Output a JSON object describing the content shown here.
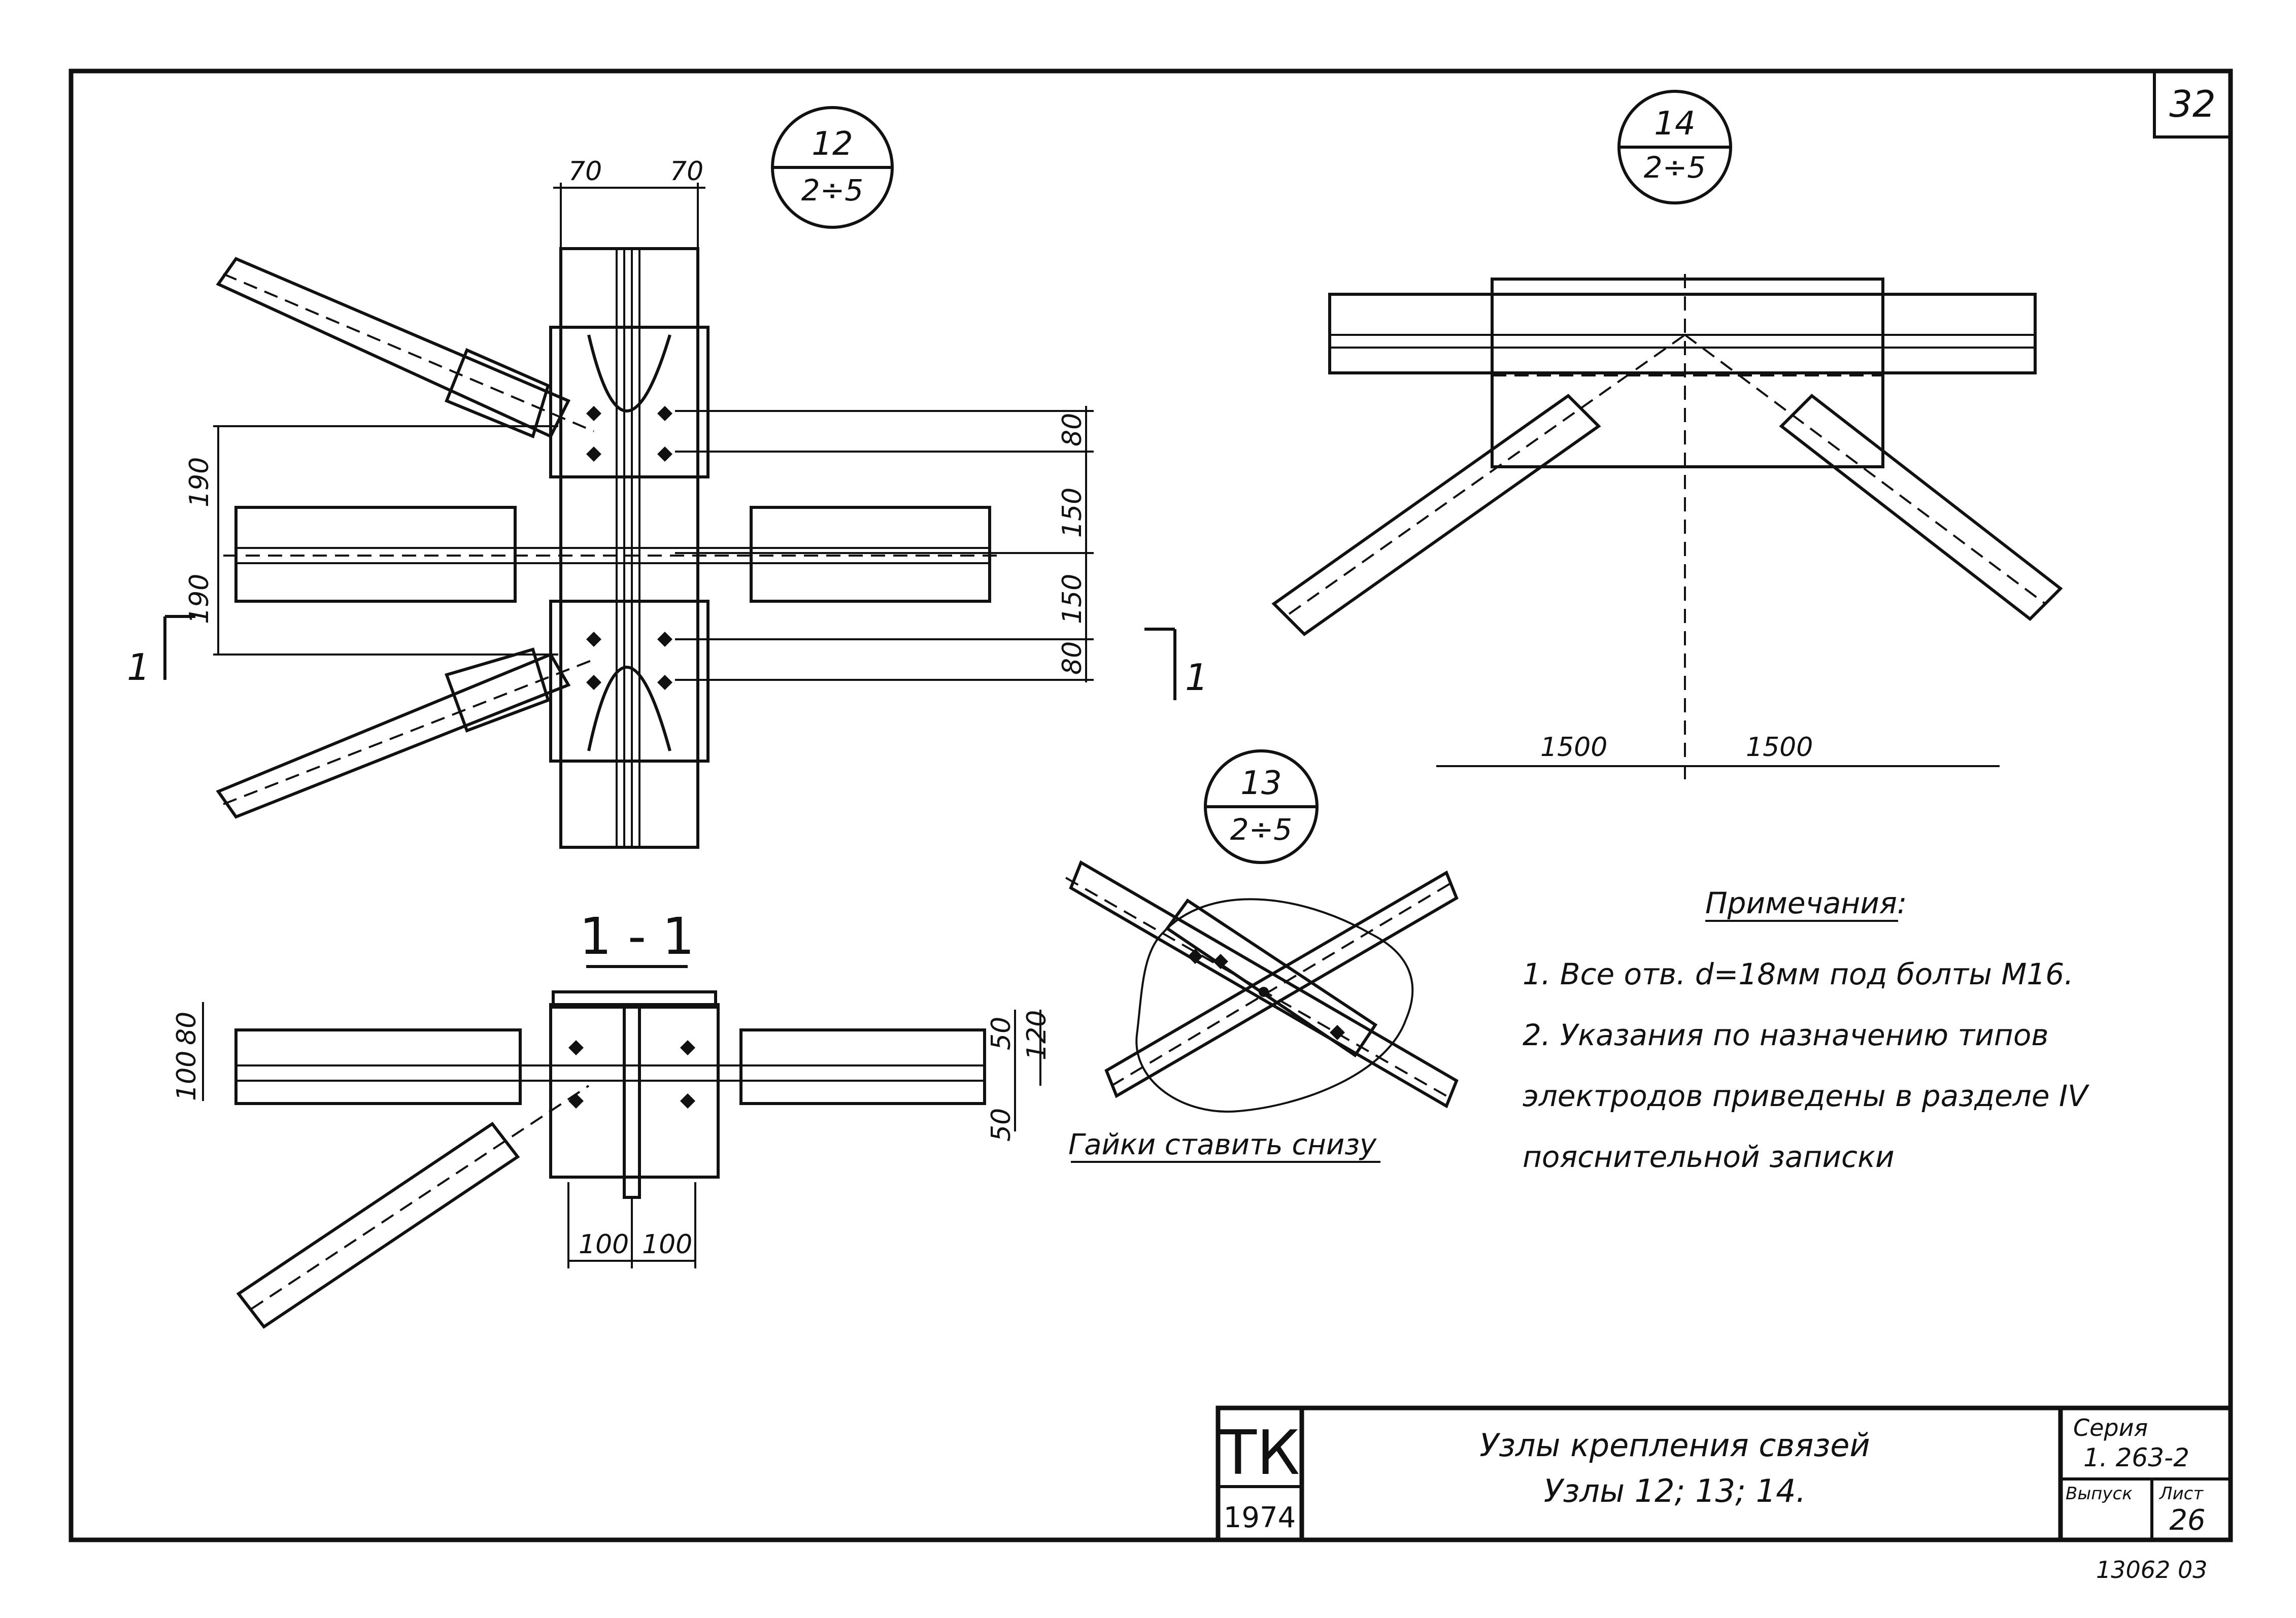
{
  "sheet": {
    "number": "32",
    "bottom_code": "13062   03"
  },
  "nodes": {
    "node12": {
      "top": "12",
      "bottom": "2÷5"
    },
    "node13": {
      "top": "13",
      "bottom": "2÷5"
    },
    "node14": {
      "top": "14",
      "bottom": "2÷5"
    }
  },
  "dimensions": {
    "node12_top_left": "70",
    "node12_top_right": "70",
    "node12_left_upper": "190",
    "node12_left_lower": "190",
    "node12_right_a": "80",
    "node12_right_b": "150",
    "node12_right_c": "150",
    "node12_right_d": "80",
    "node14_left": "1500",
    "node14_right": "1500",
    "sec_left_a": "80",
    "sec_left_b": "100",
    "sec_right_a": "50",
    "sec_right_b": "120",
    "sec_right_c": "50",
    "sec_bottom_left": "100",
    "sec_bottom_right": "100"
  },
  "section": {
    "title": "1 - 1",
    "mark_left": "1",
    "mark_right": "1"
  },
  "labels": {
    "nuts_note": "Гайки ставить снизу"
  },
  "notes": {
    "heading": "Примечания:",
    "items": [
      "1. Все отв. d=18мм под болты М16.",
      "2. Указания по назначению типов",
      "электродов приведены в разделе IV",
      "пояснительной записки"
    ]
  },
  "title_block": {
    "org": "ТК",
    "year": "1974",
    "title_line1": "Узлы крепления связей",
    "title_line2": "Узлы 12; 13; 14.",
    "series_label": "Серия",
    "series_value": "1. 263-2",
    "issue_label": "Выпуск",
    "sheet_label": "Лист",
    "sheet_value": "26"
  }
}
